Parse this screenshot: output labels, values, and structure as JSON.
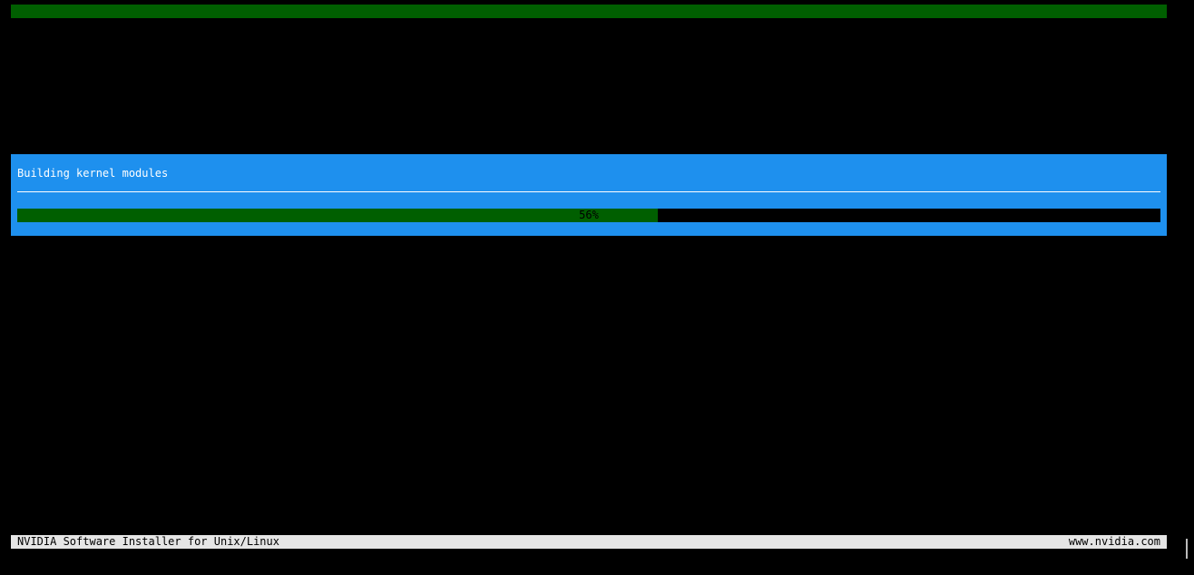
{
  "window": {
    "title": "NVIDIA Accelerated Graphics Driver for Linux-x86_64 (550.107.02)"
  },
  "dialog": {
    "message": "Building kernel modules",
    "progress": {
      "fraction": 0.56,
      "label": "56%"
    }
  },
  "status_bar": {
    "left_text": "NVIDIA Software Installer for Unix/Linux",
    "right_text": "www.nvidia.com"
  },
  "colors": {
    "background": "#000000",
    "title_bar": "#005f00",
    "dialog": "#1e90ee",
    "progress_fill": "#005f00",
    "status_bar": "#e5e5e5"
  }
}
